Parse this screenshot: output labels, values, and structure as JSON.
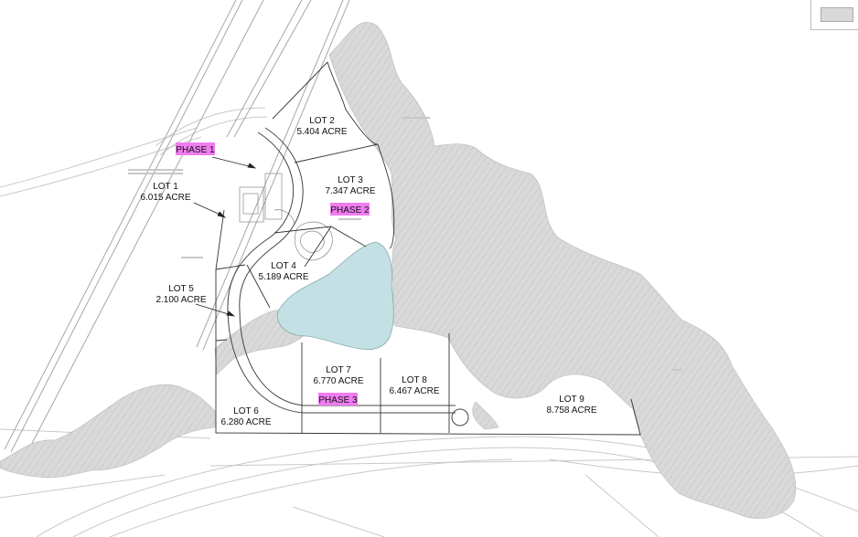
{
  "lots": [
    {
      "id": "lot-1",
      "name": "LOT 1",
      "area": "6.015 ACRE"
    },
    {
      "id": "lot-2",
      "name": "LOT 2",
      "area": "5.404 ACRE"
    },
    {
      "id": "lot-3",
      "name": "LOT 3",
      "area": "7.347 ACRE"
    },
    {
      "id": "lot-4",
      "name": "LOT 4",
      "area": "5.189 ACRE"
    },
    {
      "id": "lot-5",
      "name": "LOT 5",
      "area": "2.100 ACRE"
    },
    {
      "id": "lot-6",
      "name": "LOT 6",
      "area": "6.280 ACRE"
    },
    {
      "id": "lot-7",
      "name": "LOT 7",
      "area": "6.770 ACRE"
    },
    {
      "id": "lot-8",
      "name": "LOT 8",
      "area": "6.467 ACRE"
    },
    {
      "id": "lot-9",
      "name": "LOT 9",
      "area": "8.758 ACRE"
    }
  ],
  "phases": [
    {
      "id": "phase-1",
      "label": "PHASE 1"
    },
    {
      "id": "phase-2",
      "label": "PHASE 2"
    },
    {
      "id": "phase-3",
      "label": "PHASE 3"
    }
  ],
  "colors": {
    "phase_highlight": "#f07cf0",
    "terrain_fill": "#d6d6d6",
    "pond_fill": "#bfdde3",
    "lot_lines": "#333333",
    "road_lines": "#9a9a9a"
  },
  "legend": {
    "icon": "terrain-hatch-swatch-icon"
  }
}
